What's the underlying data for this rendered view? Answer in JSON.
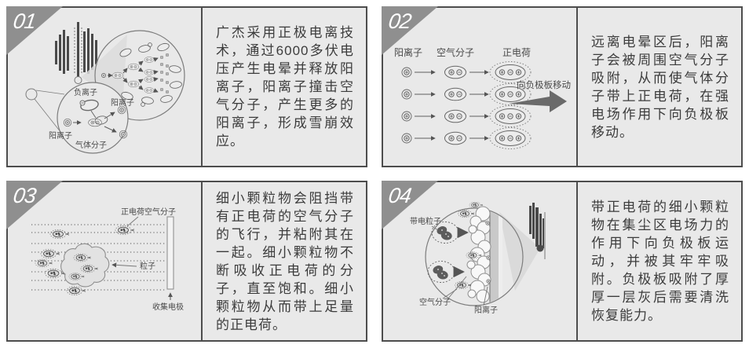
{
  "colors": {
    "page_bg": "#ffffff",
    "panel_bg": "#e9e9e9",
    "panel_border": "#4d4d4d",
    "badge_bg": "#8f8f8f",
    "badge_text": "#ffffff",
    "body_text": "#3c3c3c",
    "diagram_stroke": "#6a6a6a",
    "diagram_dark": "#4a4a4a",
    "arrow_fill": "#6a6a6a"
  },
  "panels": [
    {
      "number": "01",
      "description": "广杰采用正极电离技术，通过6000多伏电压产生电晕并释放阳离子，阳离子撞击空气分子，产生更多的阳离子，形成雪崩效应。",
      "diagram": {
        "type": "corona-discharge",
        "labels": [
          "负离子",
          "阳离子",
          "阳离子",
          "气体分子"
        ]
      }
    },
    {
      "number": "02",
      "description": "远离电晕区后，阳离子会被周围空气分子吸附，从而使气体分子带上正电荷，在强电场作用下向负极板移动。",
      "diagram": {
        "type": "ion-attachment",
        "labels": [
          "阳离子",
          "空气分子",
          "正电荷"
        ],
        "arrow_label": "向负极板移动",
        "rows": 4
      }
    },
    {
      "number": "03",
      "description": "细小颗粒物会阻挡带有正电荷的空气分子的飞行，并粘附其在一起。细小颗粒物不断吸收正电荷的分子，直至饱和。细小颗粒物从而带上足量的正电荷。",
      "diagram": {
        "type": "particle-charging",
        "labels": [
          "正电荷空气分子",
          "粒子",
          "收集电极"
        ]
      }
    },
    {
      "number": "04",
      "description": "带正电荷的细小颗粒物在集尘区电场力的作用下向负极板运动，并被其牢牢吸附。负极板吸附了厚厚一层灰后需要清洗恢复能力。",
      "diagram": {
        "type": "dust-collection",
        "labels": [
          "带电粒子",
          "空气分子",
          "阳离子"
        ]
      }
    }
  ]
}
